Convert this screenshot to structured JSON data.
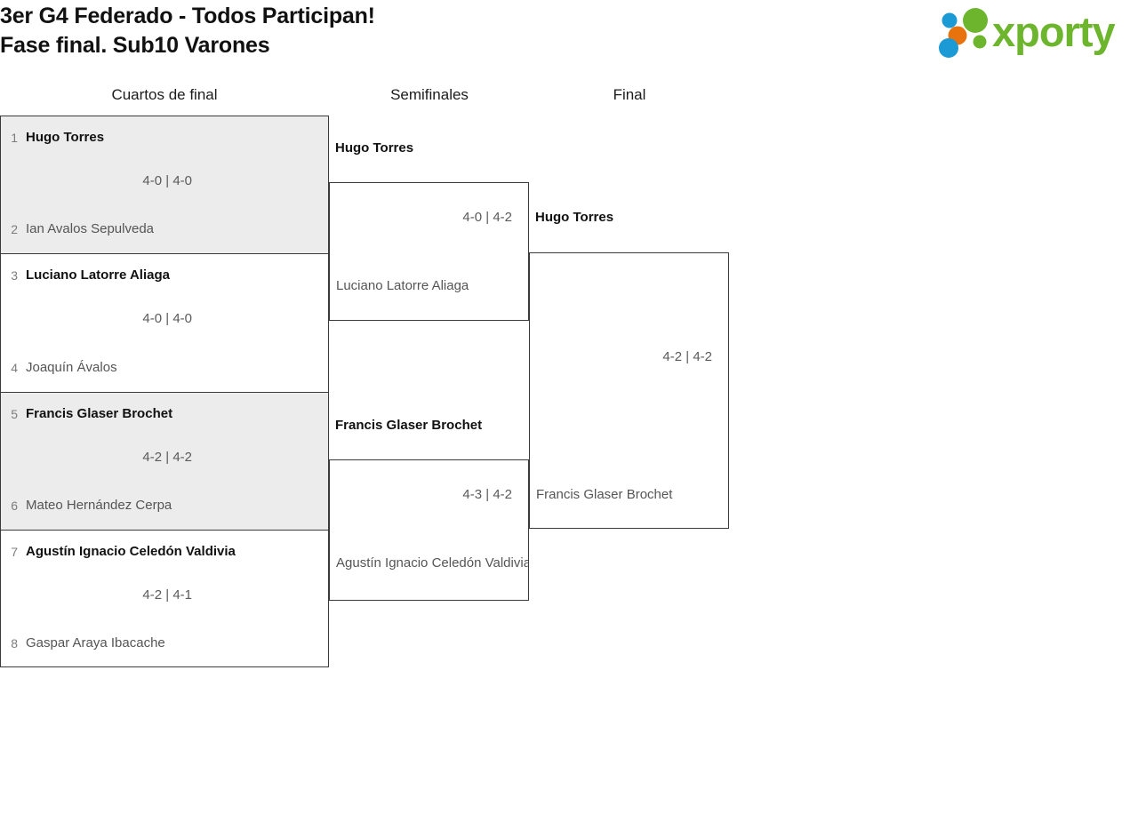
{
  "header": {
    "title_line1": "3er G4 Federado - Todos Participan!",
    "title_line2": "Fase final. Sub10 Varones",
    "logo_text": "xporty",
    "logo_colors": {
      "green": "#6cb52d",
      "blue": "#1b9ad6",
      "orange": "#e8730c"
    }
  },
  "rounds": [
    {
      "key": "qf",
      "label": "Cuartos de final"
    },
    {
      "key": "sf",
      "label": "Semifinales"
    },
    {
      "key": "f",
      "label": "Final"
    }
  ],
  "quarterfinals": [
    {
      "top": {
        "seed": "1",
        "name": "Hugo Torres",
        "winner": true
      },
      "bottom": {
        "seed": "2",
        "name": "Ian Avalos Sepulveda",
        "winner": false
      },
      "score": "4-0 | 4-0"
    },
    {
      "top": {
        "seed": "3",
        "name": "Luciano Latorre Aliaga",
        "winner": true
      },
      "bottom": {
        "seed": "4",
        "name": "Joaquín Ávalos",
        "winner": false
      },
      "score": "4-0 | 4-0"
    },
    {
      "top": {
        "seed": "5",
        "name": "Francis Glaser Brochet",
        "winner": true
      },
      "bottom": {
        "seed": "6",
        "name": "Mateo Hernández Cerpa",
        "winner": false
      },
      "score": "4-2 | 4-2"
    },
    {
      "top": {
        "seed": "7",
        "name": "Agustín Ignacio Celedón Valdivia",
        "winner": true
      },
      "bottom": {
        "seed": "8",
        "name": "Gaspar Araya Ibacache",
        "winner": false
      },
      "score": "4-2 | 4-1"
    }
  ],
  "semifinals": [
    {
      "top": {
        "name": "Hugo Torres",
        "winner": true
      },
      "bottom": {
        "name": "Luciano Latorre Aliaga",
        "winner": false
      },
      "score": "4-0 | 4-2"
    },
    {
      "top": {
        "name": "Francis Glaser Brochet",
        "winner": true
      },
      "bottom": {
        "name": "Agustín Ignacio Celedón Valdivia",
        "winner": false
      },
      "score": "4-3 | 4-2"
    }
  ],
  "final": {
    "top": {
      "name": "Hugo Torres",
      "winner": true
    },
    "bottom": {
      "name": "Francis Glaser Brochet",
      "winner": false
    },
    "score": "4-2 | 4-2"
  }
}
